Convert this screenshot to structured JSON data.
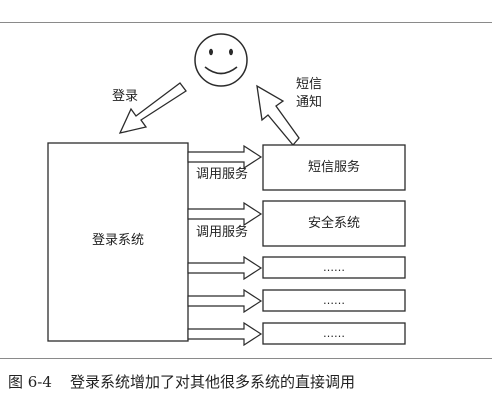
{
  "diagram": {
    "login_arrow_label": "登录",
    "sms_notify_label_line1": "短信",
    "sms_notify_label_line2": "通知",
    "login_system_label": "登录系统",
    "call_service_label_1": "调用服务",
    "call_service_label_2": "调用服务",
    "services": [
      {
        "label": "短信服务"
      },
      {
        "label": "安全系统"
      },
      {
        "label": "……"
      },
      {
        "label": "……"
      },
      {
        "label": "……"
      }
    ],
    "user_icon": "smiley-face-icon"
  },
  "caption": {
    "figure_number": "图 6-4",
    "text": "登录系统增加了对其他很多系统的直接调用"
  },
  "colors": {
    "stroke": "#2b2b2b",
    "fill": "#ffffff",
    "rule": "#8a8a8a"
  }
}
